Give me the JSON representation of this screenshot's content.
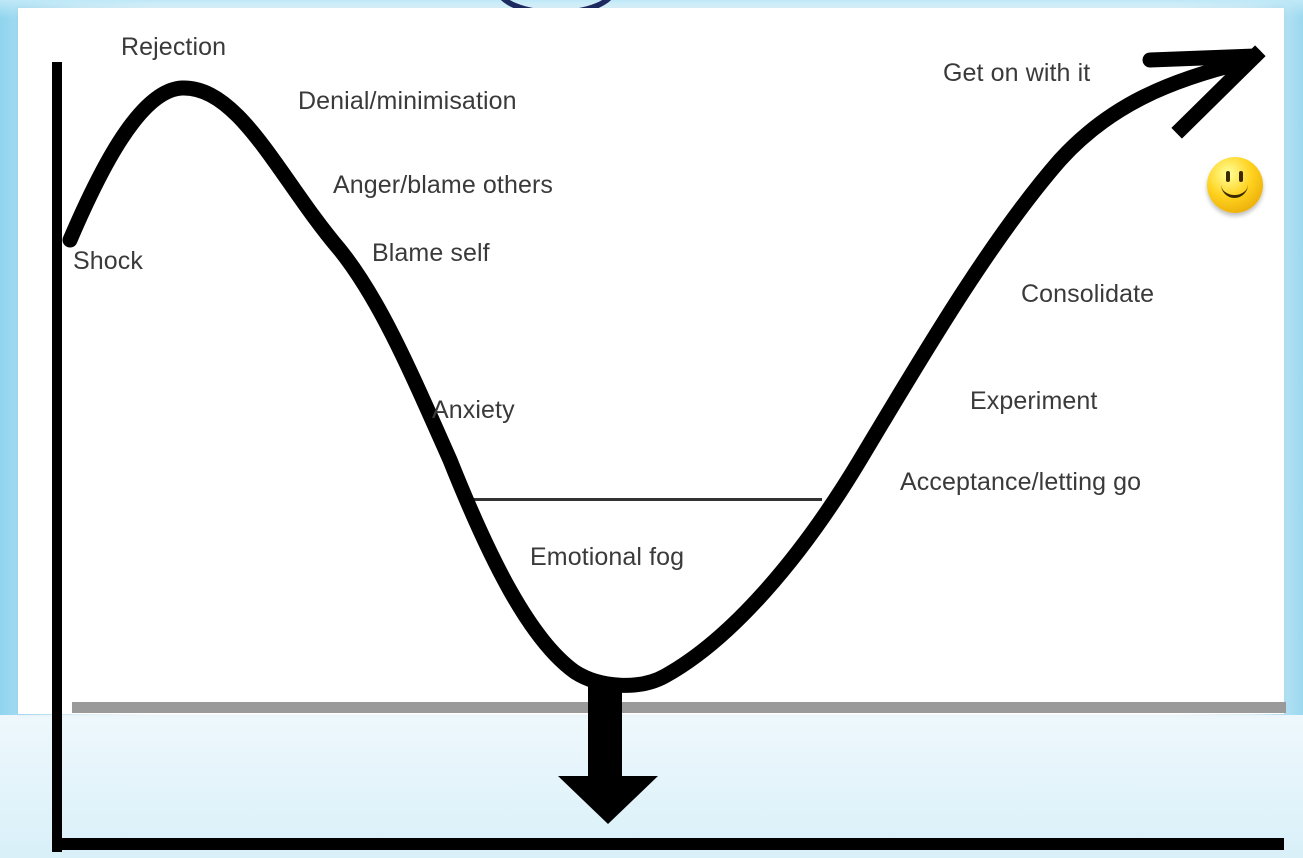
{
  "diagram": {
    "stages": {
      "shock": "Shock",
      "rejection": "Rejection",
      "denial": "Denial/minimisation",
      "anger": "Anger/blame others",
      "blame_self": "Blame self",
      "anxiety": "Anxiety",
      "emotional_fog": "Emotional fog",
      "acceptance": "Acceptance/letting go",
      "experiment": "Experiment",
      "consolidate": "Consolidate",
      "get_on": "Get on with it"
    },
    "icons": {
      "smiley": "smiley-face-icon",
      "arrow_up": "arrow-up-right-icon",
      "arrow_down": "arrow-down-icon"
    },
    "colors": {
      "curve": "#000000",
      "label": "#3a3a3a",
      "smiley": "#ffd21e",
      "baseline": "#9a9a9a"
    }
  }
}
